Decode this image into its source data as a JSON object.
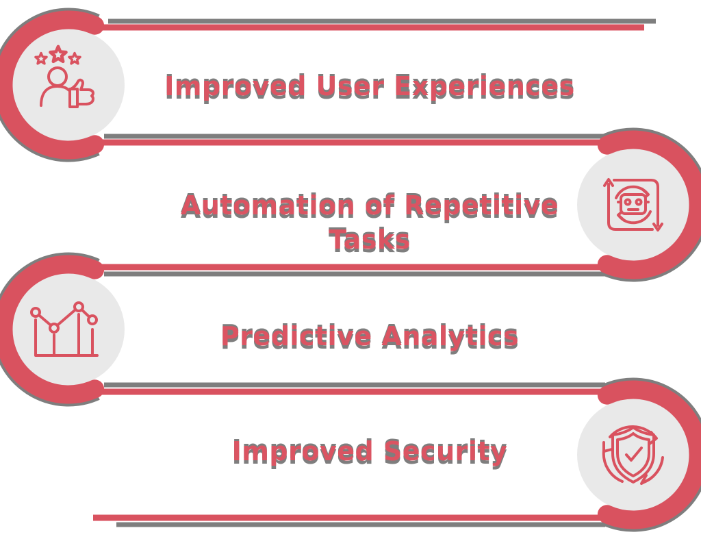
{
  "colors": {
    "red": "#d9525f",
    "text_red": "#db5462",
    "shadow_gray": "#7e7e7e",
    "circle_gray": "#e9e9e9",
    "background": "#ffffff"
  },
  "items": [
    {
      "label": "Improved User Experiences",
      "icon": "user-thumbsup-icon",
      "side": "left"
    },
    {
      "label": "Automation of Repetitive Tasks",
      "icon": "robot-automation-icon",
      "side": "right"
    },
    {
      "label": "Predictive Analytics",
      "icon": "line-chart-icon",
      "side": "left"
    },
    {
      "label": "Improved Security",
      "icon": "shield-check-icon",
      "side": "right"
    }
  ]
}
